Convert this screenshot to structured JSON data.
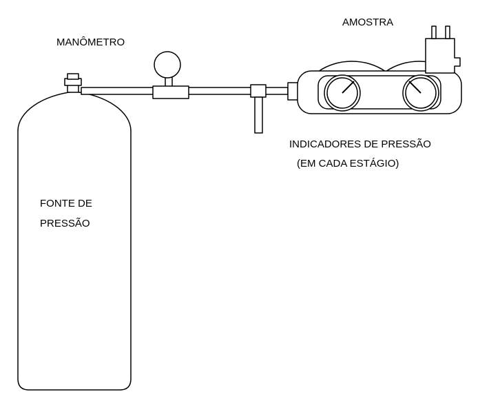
{
  "labels": {
    "manometer": "MANÔMETRO",
    "sample": "AMOSTRA",
    "indicators_line1": "INDICADORES DE PRESSÃO",
    "indicators_line2": "(EM CADA ESTÁGIO)",
    "source_line1": "FONTE DE",
    "source_line2": "PRESSÃO"
  },
  "colors": {
    "stroke": "#000000",
    "fill": "#ffffff"
  }
}
